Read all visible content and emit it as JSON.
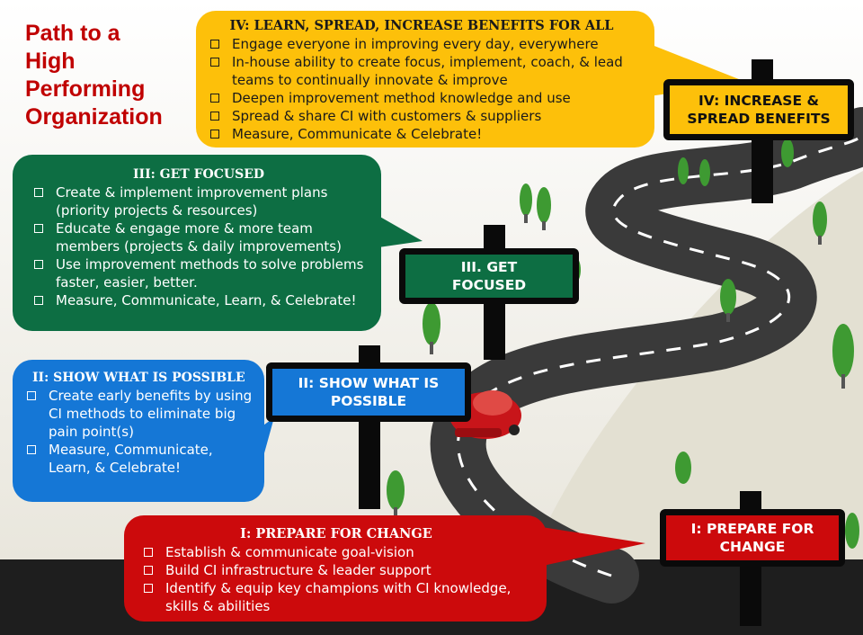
{
  "title": [
    "Path to a",
    "High",
    "Performing",
    "Organization"
  ],
  "stage4": {
    "heading": "IV: LEARN, SPREAD, INCREASE BENEFITS FOR ALL",
    "items": [
      "Engage everyone in improving every day, everywhere",
      "In-house ability to create focus, implement, coach, & lead teams to continually innovate & improve",
      "Deepen improvement method knowledge and use",
      "Spread & share CI with customers & suppliers",
      "Measure, Communicate & Celebrate!"
    ],
    "sign": [
      "IV: INCREASE &",
      "SPREAD BENEFITS"
    ]
  },
  "stage3": {
    "heading": "III: GET FOCUSED",
    "items": [
      "Create & implement improvement plans (priority projects & resources)",
      "Educate & engage more & more team members (projects & daily improvements)",
      "Use improvement methods to solve problems faster, easier, better.",
      "Measure, Communicate, Learn, & Celebrate!"
    ],
    "sign": [
      "III. GET",
      "FOCUSED"
    ]
  },
  "stage2": {
    "heading": "II: SHOW WHAT IS POSSIBLE",
    "items": [
      "Create early benefits by using CI methods to eliminate big pain point(s)",
      "Measure, Communicate, Learn, & Celebrate!"
    ],
    "sign": [
      "II: SHOW WHAT IS",
      "POSSIBLE"
    ]
  },
  "stage1": {
    "heading": "I: PREPARE FOR CHANGE",
    "items": [
      "Establish & communicate goal-vision",
      "Build CI infrastructure & leader support",
      "Identify & equip key champions with CI knowledge, skills & abilities"
    ],
    "sign": [
      "I: PREPARE FOR",
      "CHANGE"
    ]
  },
  "colors": {
    "stage4": "#fdc00a",
    "stage3": "#0d6e43",
    "stage2": "#1577d6",
    "stage1": "#cc0a0c",
    "title": "#c00000",
    "road": "#3a3a3a"
  }
}
